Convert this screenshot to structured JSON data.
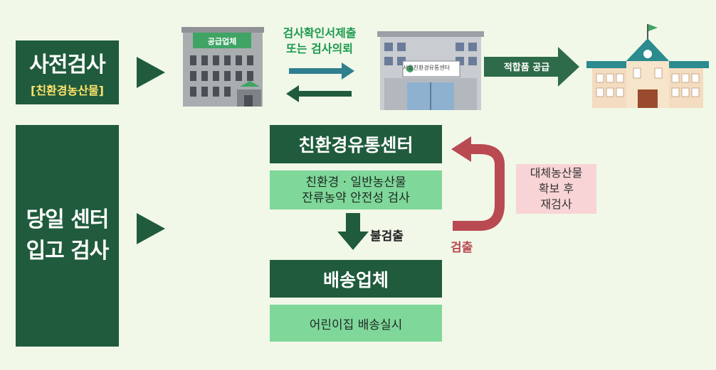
{
  "steps": {
    "pre_check": {
      "title": "사전검사",
      "subtitle": "[친환경농산물]"
    },
    "same_day": {
      "line1": "당일 센터",
      "line2": "입고 검사"
    }
  },
  "top_flow": {
    "supplier_sign": "공급업체",
    "request_label_line1": "검사확인서제출",
    "request_label_line2": "또는 검사의뢰",
    "center_sign": "서울친환경유통센터",
    "supply_label": "적합품 공급"
  },
  "center": {
    "title": "친환경유통센터",
    "test_line1": "친환경 · 일반농산물",
    "test_line2": "잔류농약 안전성 검사"
  },
  "flow_labels": {
    "not_detected": "불검출",
    "detected": "검출"
  },
  "recheck": {
    "line1": "대체농산물",
    "line2": "확보 후",
    "line3": "재검사"
  },
  "delivery": {
    "title": "배송업체",
    "action": "어린이집 배송실시"
  },
  "colors": {
    "dark_green": "#1f5b3c",
    "light_green": "#7fd79a",
    "background": "#f1f8e8",
    "accent_red": "#b94a52",
    "pink": "#f9d4d6"
  }
}
